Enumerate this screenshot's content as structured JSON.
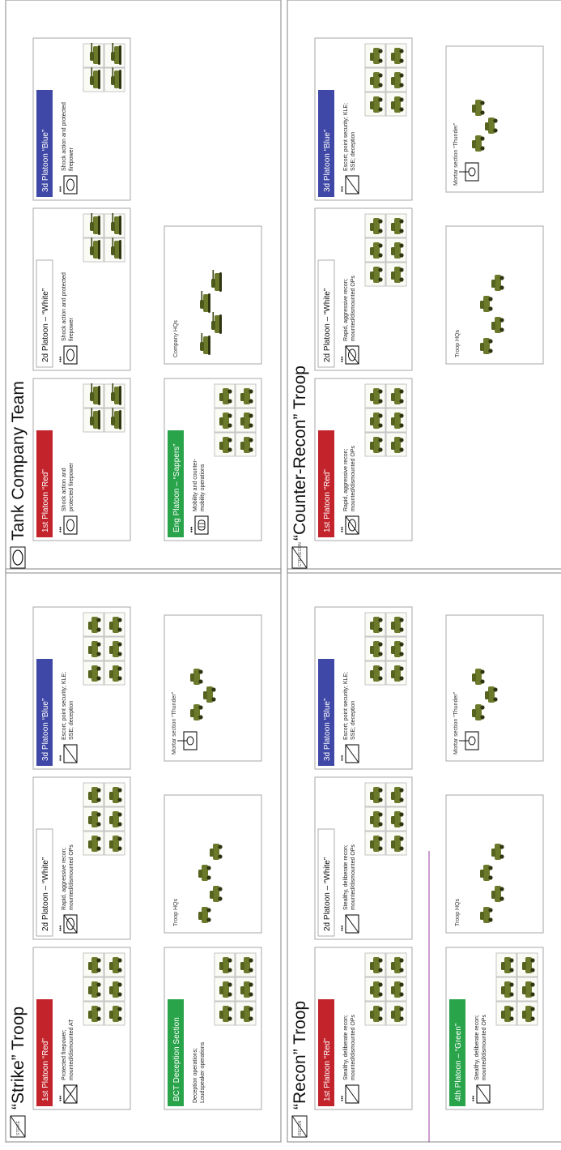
{
  "colors": {
    "red": "#c3232b",
    "white": "#ffffff",
    "blue": "#3f48a6",
    "green": "#29a44b",
    "vehicle": "#6b7a2a",
    "line_purple": "#9b3ba0"
  },
  "quadrants": [
    {
      "id": "strike",
      "title": "“Strike” Troop",
      "emblem_text": "STRIKE",
      "emblem_icon": "unit-emblem-icon",
      "panels": [
        {
          "banner": "1st Platoon “Red”",
          "color": "red",
          "desc": [
            "Protected firepower;",
            "mounted/dismounted AT"
          ],
          "symbol": "cross-box",
          "vehicle": "wheeled"
        },
        {
          "banner": "2d Platoon – “White”",
          "color": "white",
          "desc": [
            "Rapid, aggressive recon;",
            "mounted/dismounted OPs"
          ],
          "symbol": "oval-diag",
          "vehicle": "wheeled"
        },
        {
          "banner": "3d Platoon “Blue”",
          "color": "blue",
          "desc": [
            "Escort; point security; KLE;",
            "SSE; deception"
          ],
          "symbol": "diag",
          "vehicle": "wheeled"
        },
        {
          "banner": "BCT Deception Section",
          "color": "green",
          "desc": [
            "Deception operations;",
            "Loudspeaker operations"
          ],
          "symbol": "none",
          "vehicle": "wheeled"
        }
      ],
      "hq": {
        "label": "Troop HQs"
      },
      "mortar": {
        "label": "Mortar section “Thunder”"
      }
    },
    {
      "id": "recon",
      "title": "“Recon” Troop",
      "emblem_text": "RECON",
      "emblem_icon": "unit-emblem-icon",
      "panels": [
        {
          "banner": "1st Platoon “Red”",
          "color": "red",
          "desc": [
            "Stealthy, deliberate recon;",
            "mounted/dismounted OPs"
          ],
          "symbol": "diag",
          "vehicle": "wheeled"
        },
        {
          "banner": "2d Platoon – “White”",
          "color": "white",
          "desc": [
            "Stealthy, deliberate recon;",
            "mounted/dismounted OPs"
          ],
          "symbol": "diag",
          "vehicle": "wheeled"
        },
        {
          "banner": "3d Platoon “Blue”",
          "color": "blue",
          "desc": [
            "Escort; point security; KLE;",
            "SSE; deception"
          ],
          "symbol": "diag",
          "vehicle": "wheeled"
        },
        {
          "banner": "4th Platoon – “Green”",
          "color": "green",
          "desc": [
            "Stealthy, deliberate recon;",
            "mounted/dismounted OPs"
          ],
          "symbol": "diag",
          "vehicle": "wheeled"
        }
      ],
      "hq": {
        "label": "Troop HQs"
      },
      "mortar": {
        "label": "Mortar section “Thunder”"
      }
    },
    {
      "id": "tank",
      "title": "Tank Company Team",
      "emblem_text": "",
      "emblem_icon": "armor-oval-icon",
      "panels": [
        {
          "banner": "1st Platoon “Red”",
          "color": "red",
          "desc": [
            "Shock action and",
            "protected firepower"
          ],
          "symbol": "oval",
          "vehicle": "tank"
        },
        {
          "banner": "2d Platoon – “White”",
          "color": "white",
          "desc": [
            "Shock action and protected",
            "firepower"
          ],
          "symbol": "oval",
          "vehicle": "tank"
        },
        {
          "banner": "3d Platoon “Blue”",
          "color": "blue",
          "desc": [
            "Shock action and protected",
            "firepower"
          ],
          "symbol": "oval",
          "vehicle": "tank"
        },
        {
          "banner": "Eng Platoon – “Sappers”",
          "color": "green",
          "desc": [
            "Mobility and counter-",
            "mobility operations"
          ],
          "symbol": "eng",
          "vehicle": "wheeled"
        }
      ],
      "hq": {
        "label": "Company HQs"
      },
      "mortar": null
    },
    {
      "id": "counter",
      "title": "“Counter-Recon” Troop",
      "emblem_text": "CTR RECON",
      "emblem_icon": "unit-emblem-icon",
      "panels": [
        {
          "banner": "1st Platoon “Red”",
          "color": "red",
          "desc": [
            "Rapid, aggressive recon;",
            "mounted/dismounted OPs"
          ],
          "symbol": "oval-diag",
          "vehicle": "wheeled"
        },
        {
          "banner": "2d Platoon – “White”",
          "color": "white",
          "desc": [
            "Rapid, aggressive recon;",
            "mounted/dismounted OPs"
          ],
          "symbol": "oval-diag",
          "vehicle": "wheeled"
        },
        {
          "banner": "3d Platoon “Blue”",
          "color": "blue",
          "desc": [
            "Escort; point security; KLE;",
            "SSE; deception"
          ],
          "symbol": "diag",
          "vehicle": "wheeled"
        }
      ],
      "hq": {
        "label": "Troop HQs"
      },
      "mortar": {
        "label": "Mortar section “Thunder”"
      }
    }
  ]
}
